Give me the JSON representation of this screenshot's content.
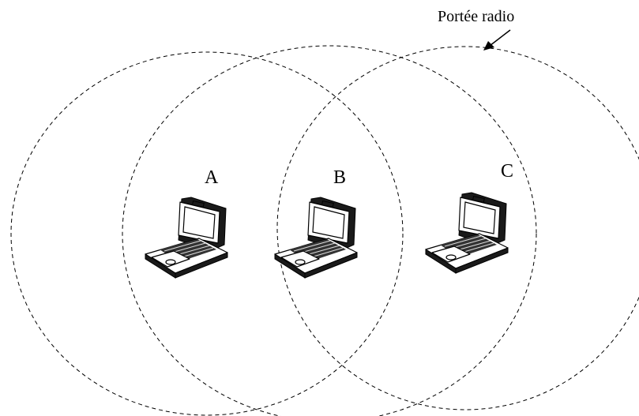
{
  "diagram": {
    "range_label": "Portée radio",
    "nodes": [
      {
        "id": "A",
        "label": "A"
      },
      {
        "id": "B",
        "label": "B"
      },
      {
        "id": "C",
        "label": "C"
      }
    ]
  }
}
